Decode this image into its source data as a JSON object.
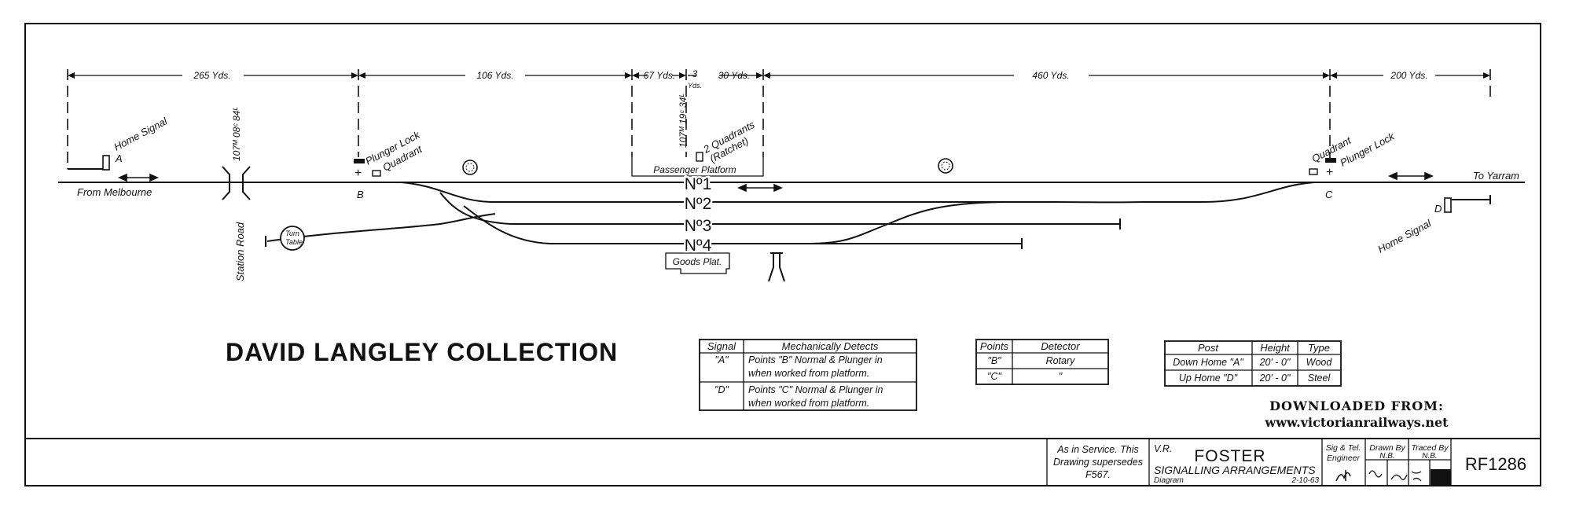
{
  "dimensions": {
    "d1": "265 Yds.",
    "d2": "106 Yds.",
    "d3": "67 Yds.",
    "d4": "3",
    "d4b": "Yds.",
    "d5": "30 Yds.",
    "d6": "460 Yds.",
    "d7": "200 Yds."
  },
  "mileages": {
    "m1": "107ᴹ 08ᶜ 84ᴸ",
    "m2": "107ᴹ 19ᶜ 34ᴸ"
  },
  "labels": {
    "home_signal_a": "Home Signal",
    "a": "A",
    "from_melbourne": "From Melbourne",
    "station_road": "Station Road",
    "plunger_lock_b": "Plunger Lock",
    "quadrant_b": "Quadrant",
    "b": "B",
    "turn": "Turn",
    "table": "Table",
    "two_quadrants": "2 Quadrants",
    "ratchet": "(Ratchet)",
    "passenger_platform": "Passenger Platform",
    "no1": "Nº1",
    "no2": "Nº2",
    "no3": "Nº3",
    "no4": "Nº4",
    "goods_plat": "Goods Plat.",
    "quadrant_c": "Quadrant",
    "plunger_lock_c": "Plunger Lock",
    "c": "C",
    "to_yarram": "To Yarram",
    "d": "D",
    "home_signal_d": "Home Signal"
  },
  "watermark": "DAVID LANGLEY COLLECTION",
  "signal_table": {
    "headers": [
      "Signal",
      "Mechanically Detects"
    ],
    "rows": [
      {
        "signal": "\"A\"",
        "line1": "Points \"B\" Normal & Plunger in",
        "line2": "when worked from platform."
      },
      {
        "signal": "\"D\"",
        "line1": "Points \"C\" Normal & Plunger in",
        "line2": "when worked from platform."
      }
    ]
  },
  "detector_table": {
    "headers": [
      "Points",
      "Detector"
    ],
    "rows": [
      {
        "points": "\"B\"",
        "detector": "Rotary"
      },
      {
        "points": "\"C\"",
        "detector": "\""
      }
    ]
  },
  "post_table": {
    "headers": [
      "Post",
      "Height",
      "Type"
    ],
    "rows": [
      {
        "post": "Down Home \"A\"",
        "height": "20' - 0\"",
        "type": "Wood"
      },
      {
        "post": "Up Home \"D\"",
        "height": "20' - 0\"",
        "type": "Steel"
      }
    ]
  },
  "download": {
    "line1": "DOWNLOADED FROM:",
    "line2": "www.victorianrailways.net"
  },
  "title_block": {
    "status_line1": "As in Service. This",
    "status_line2": "Drawing supersedes",
    "status_line3": "F567.",
    "vr": "V.R.",
    "station": "FOSTER",
    "subtitle": "SIGNALLING ARRANGEMENTS",
    "diagram": "Diagram",
    "date": "2-10-63",
    "sig_tel": "Sig & Tel.",
    "engineer": "Engineer",
    "drawn_by": "Drawn By",
    "drawn_initials": "N.B.",
    "traced_by": "Traced By",
    "traced_initials": "N.B.",
    "drawing_no": "RF1286"
  },
  "colors": {
    "ink": "#111111",
    "paper": "#ffffff"
  }
}
